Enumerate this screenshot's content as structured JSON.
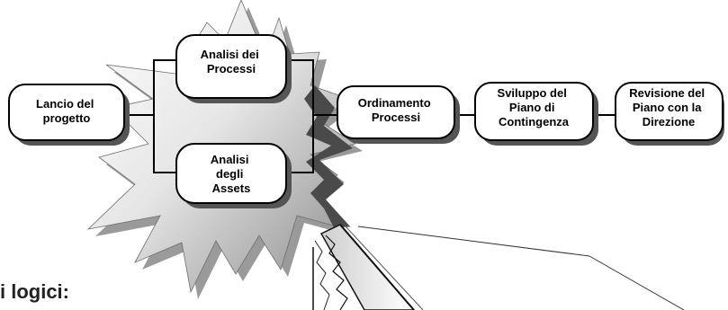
{
  "diagram": {
    "nodes": {
      "lancio": [
        "Lancio del",
        "progetto"
      ],
      "analisi_processi": [
        "Analisi dei",
        "Processi"
      ],
      "analisi_assets": [
        "Analisi",
        "degli",
        "Assets"
      ],
      "ordinamento": [
        "Ordinamento",
        "Processi"
      ],
      "sviluppo": [
        "Sviluppo  del",
        "Piano di",
        "Contingenza"
      ],
      "revisione": [
        "Revisione del",
        "Piano con la",
        "Direzione"
      ]
    },
    "caption": "i logici:"
  }
}
